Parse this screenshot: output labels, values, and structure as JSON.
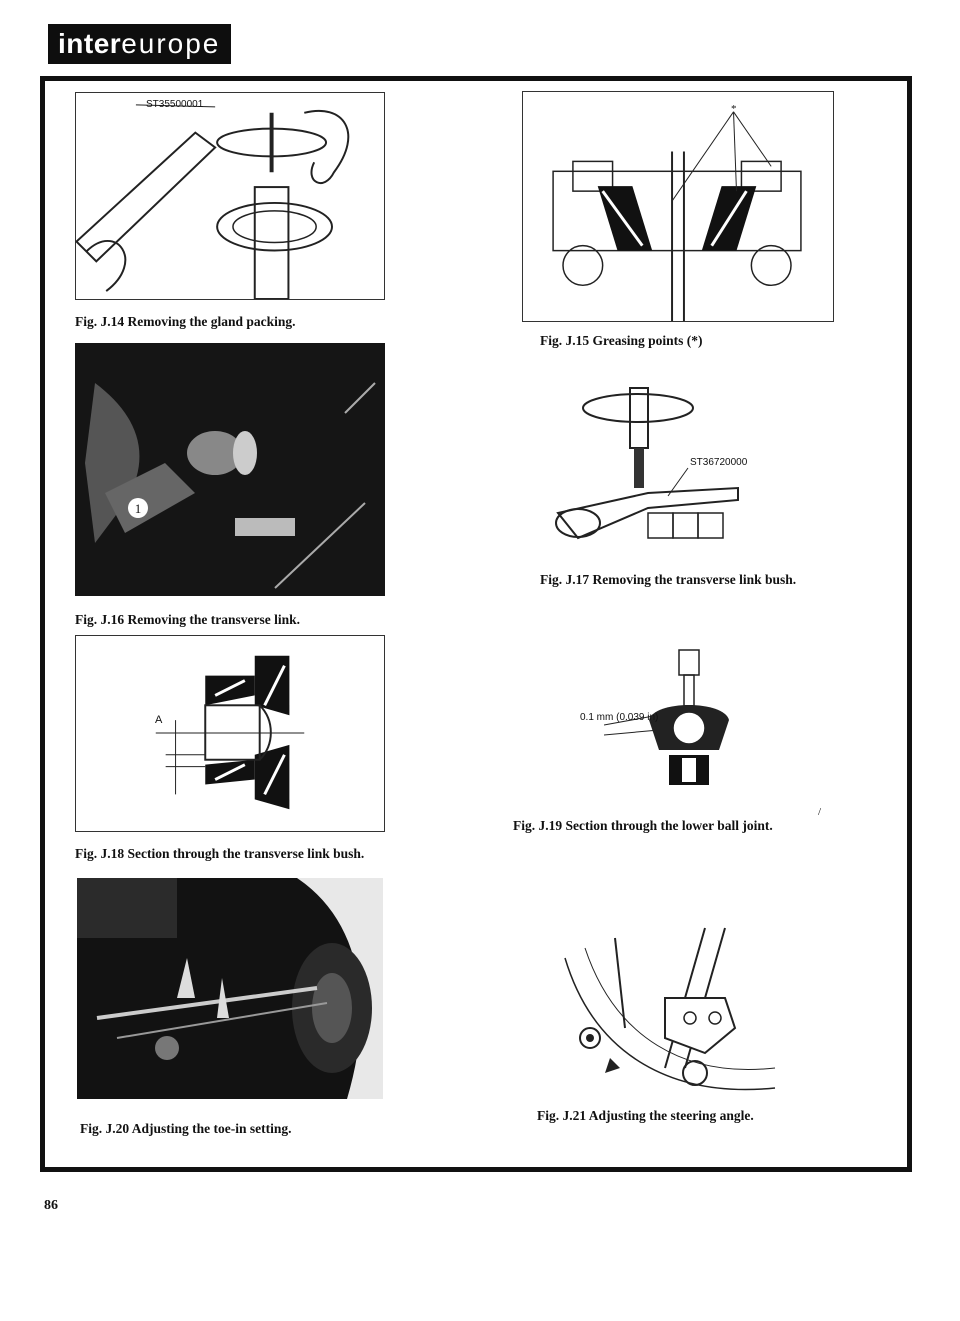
{
  "brand": {
    "logo_part1": "inter",
    "logo_part2": "europe"
  },
  "figures": {
    "j14": {
      "caption": "Fig. J.14 Removing the gland packing.",
      "tool_label": "ST35500001"
    },
    "j15": {
      "caption": "Fig. J.15 Greasing points (*)",
      "marker": "*"
    },
    "j16": {
      "caption": "Fig. J.16 Removing the transverse link.",
      "callout": "1"
    },
    "j17": {
      "caption": "Fig. J.17 Removing the transverse link bush.",
      "tool_label": "ST36720000"
    },
    "j18": {
      "caption": "Fig. J.18 Section through the transverse link bush.",
      "dim_label": "A"
    },
    "j19": {
      "caption": "Fig. J.19 Section through the lower ball joint.",
      "dim_label": "0.1 mm (0.039 in)"
    },
    "j20": {
      "caption": "Fig. J.20 Adjusting the toe-in setting."
    },
    "j21": {
      "caption": "Fig. J.21 Adjusting the steering angle."
    }
  },
  "page_number": "86",
  "stray_mark": "/"
}
